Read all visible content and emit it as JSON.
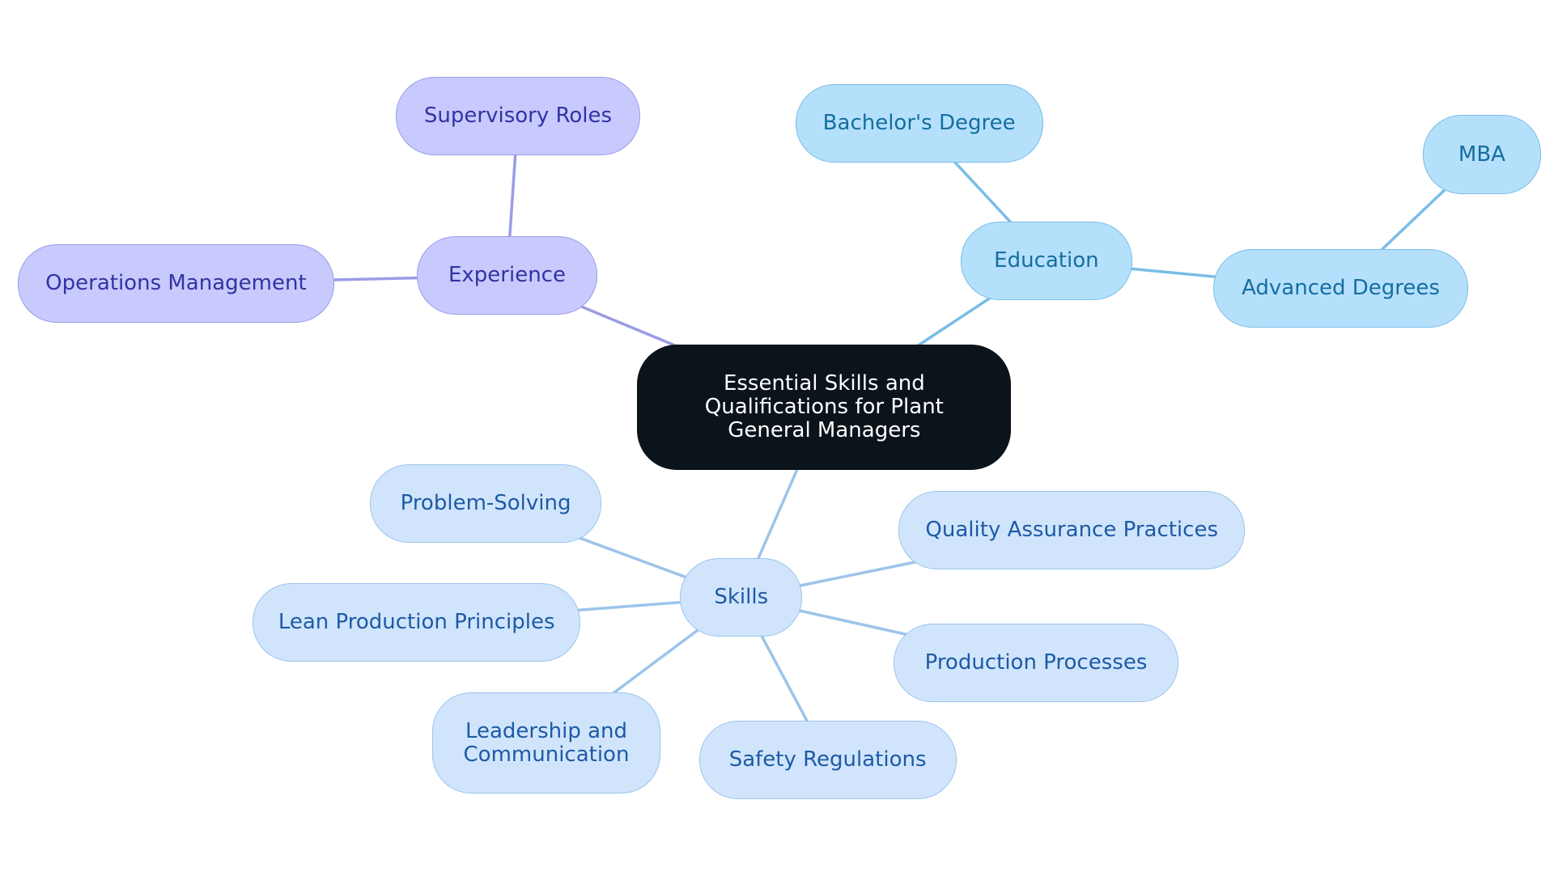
{
  "diagram": {
    "type": "mindmap",
    "colors": {
      "root_fill": "#0b131b",
      "root_text": "#ffffff",
      "experience_fill": "#c8c9fd",
      "experience_border": "#9a9ce6",
      "experience_text": "#3333a3",
      "experience_edge": "#9a9ce6",
      "education_fill": "#b5e0fc",
      "education_border": "#78bde6",
      "education_text": "#166e9e",
      "education_edge": "#78bde6",
      "skills_fill": "#d0e5fc",
      "skills_border": "#9cc4eb",
      "skills_text": "#1e5aa5",
      "skills_edge": "#9cc4eb"
    },
    "root": {
      "id": "root",
      "label": "Essential Skills and Qualifications for Plant General Managers"
    },
    "nodes": [
      {
        "id": "experience",
        "label": "Experience",
        "parent": "root",
        "branch": "experience"
      },
      {
        "id": "supervisory_roles",
        "label": "Supervisory Roles",
        "parent": "experience",
        "branch": "experience"
      },
      {
        "id": "operations_management",
        "label": "Operations Management",
        "parent": "experience",
        "branch": "experience"
      },
      {
        "id": "education",
        "label": "Education",
        "parent": "root",
        "branch": "education"
      },
      {
        "id": "bachelors_degree",
        "label": "Bachelor's Degree",
        "parent": "education",
        "branch": "education"
      },
      {
        "id": "advanced_degrees",
        "label": "Advanced Degrees",
        "parent": "education",
        "branch": "education"
      },
      {
        "id": "mba",
        "label": "MBA",
        "parent": "advanced_degrees",
        "branch": "education"
      },
      {
        "id": "skills",
        "label": "Skills",
        "parent": "root",
        "branch": "skills"
      },
      {
        "id": "problem_solving",
        "label": "Problem-Solving",
        "parent": "skills",
        "branch": "skills"
      },
      {
        "id": "lean_production",
        "label": "Lean Production Principles",
        "parent": "skills",
        "branch": "skills"
      },
      {
        "id": "leadership",
        "label": "Leadership and Communication",
        "parent": "skills",
        "branch": "skills"
      },
      {
        "id": "safety_regulations",
        "label": "Safety Regulations",
        "parent": "skills",
        "branch": "skills"
      },
      {
        "id": "production_processes",
        "label": "Production Processes",
        "parent": "skills",
        "branch": "skills"
      },
      {
        "id": "quality_assurance",
        "label": "Quality Assurance Practices",
        "parent": "skills",
        "branch": "skills"
      }
    ]
  }
}
